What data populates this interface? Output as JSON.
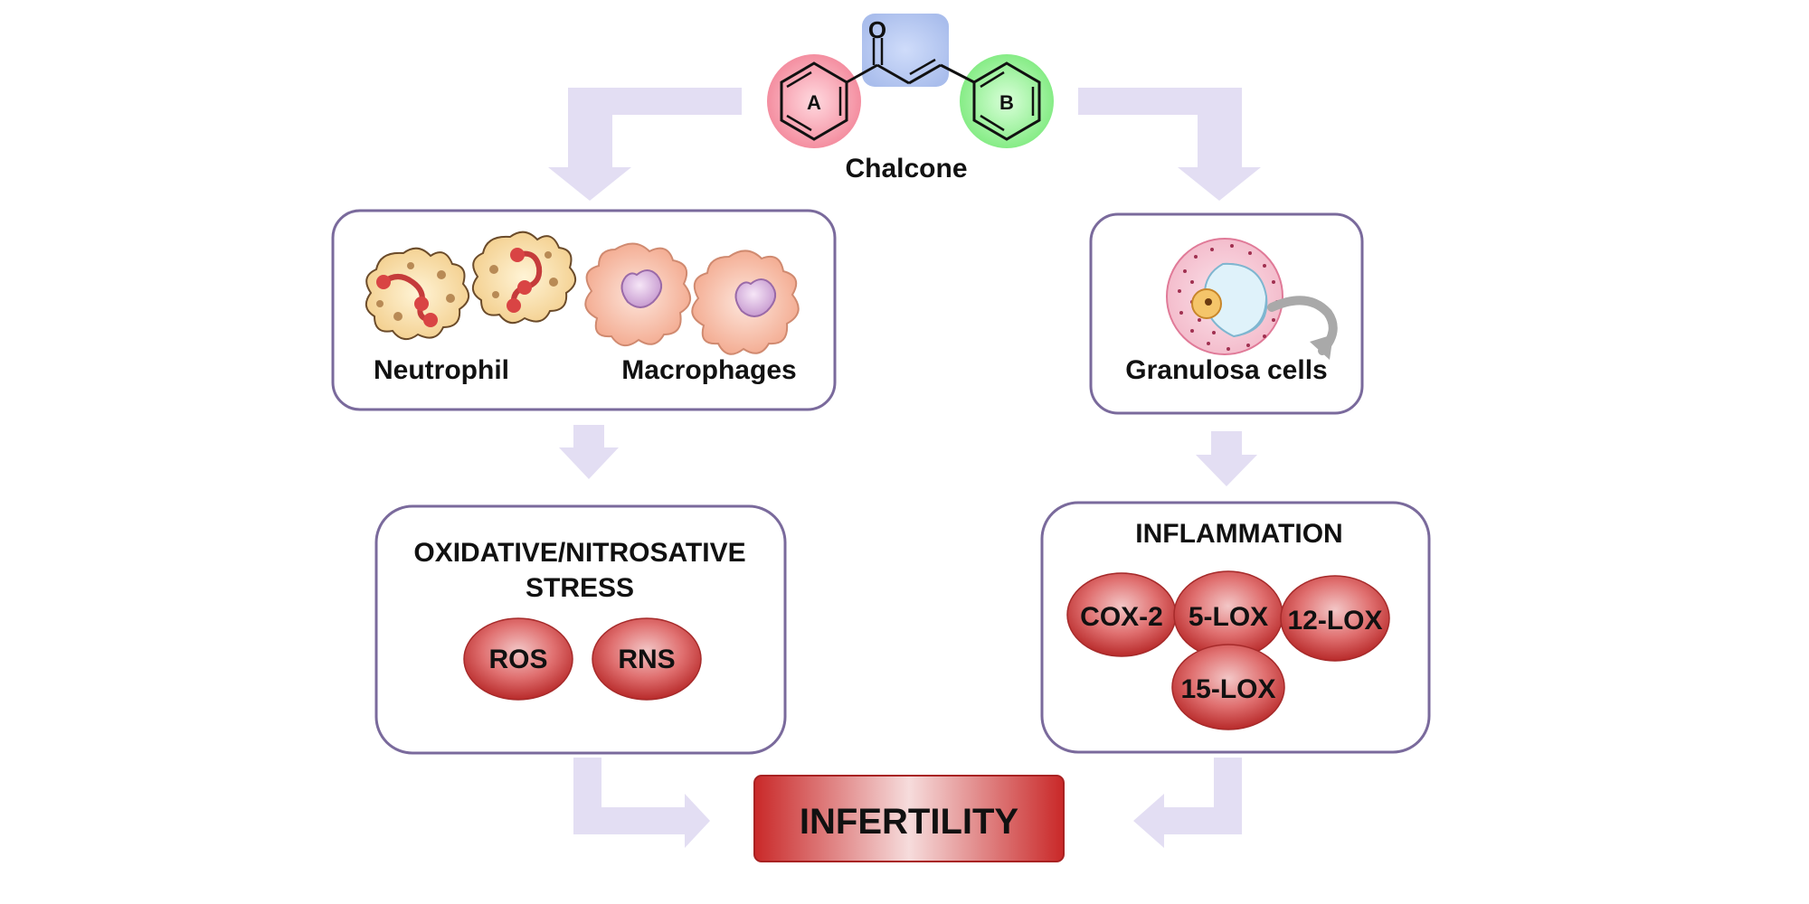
{
  "chalcone": {
    "title": "Chalcone",
    "ring_a": "A",
    "ring_b": "B",
    "oxygen": "O"
  },
  "left_cells": {
    "neutrophil_label": "Neutrophil",
    "macrophage_label": "Macrophages"
  },
  "right_cells": {
    "granulosa_label": "Granulosa cells"
  },
  "stress_box": {
    "title_line1": "OXIDATIVE/NITROSATIVE",
    "title_line2": "STRESS",
    "badges": [
      "ROS",
      "RNS"
    ]
  },
  "inflammation_box": {
    "title": "INFLAMMATION",
    "badges": [
      "COX-2",
      "5-LOX",
      "12-LOX",
      "15-LOX"
    ]
  },
  "outcome": {
    "label": "INFERTILITY"
  },
  "colors": {
    "box_border": "#7a6a9c",
    "arrow": "#e2ddf2",
    "badge_red": "#c4302f",
    "outcome_red": "#c82a2a",
    "ring_a": "#f4a7b4",
    "ring_b": "#9ff29f",
    "enone_highlight": "#b6c8ef"
  }
}
